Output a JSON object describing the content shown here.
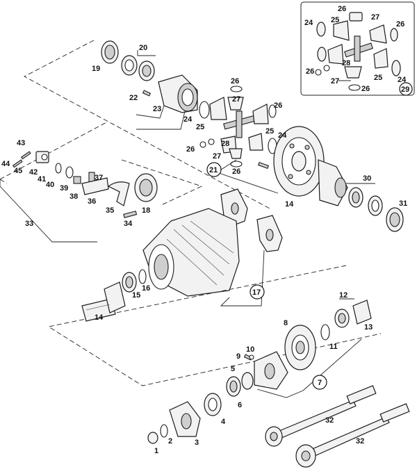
{
  "labels": {
    "p1": "1",
    "p2": "2",
    "p3": "3",
    "p4": "4",
    "p5": "5",
    "p6": "6",
    "p7": "7",
    "p8": "8",
    "p9": "9",
    "p10": "10",
    "p11": "11",
    "p12": "12",
    "p13": "13",
    "p14a": "14",
    "p14b": "14",
    "p15": "15",
    "p16": "16",
    "p17": "17",
    "p18": "18",
    "p19": "19",
    "p20": "20",
    "p21": "21",
    "p22": "22",
    "p23": "23",
    "p24a": "24",
    "p24b": "24",
    "p25a": "25",
    "p25b": "25",
    "p26a": "26",
    "p26b": "26",
    "p26c": "26",
    "p27a": "27",
    "p27b": "27",
    "p28": "28",
    "p29": "29",
    "p30": "30",
    "p31": "31",
    "p32a": "32",
    "p32b": "32",
    "p33": "33",
    "p34": "34",
    "p35": "35",
    "p36": "36",
    "p37": "37",
    "p38": "38",
    "p39": "39",
    "p40": "40",
    "p41": "41",
    "p42": "42",
    "p43": "43",
    "p44": "44",
    "p45": "45",
    "i24a": "24",
    "i24b": "24",
    "i25a": "25",
    "i25b": "25",
    "i26a": "26",
    "i26b": "26",
    "i26c": "26",
    "i26d": "26",
    "i27a": "27",
    "i27b": "27",
    "i28": "28"
  }
}
